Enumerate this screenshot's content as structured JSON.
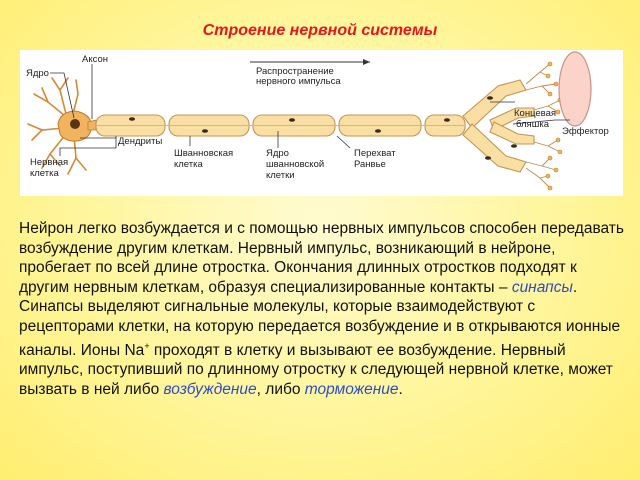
{
  "title": "Строение нервной системы",
  "diagram": {
    "labels": {
      "nucleus": "Ядро",
      "axon": "Аксон",
      "propagation_line1": "Распространение",
      "propagation_line2": "нервного импульса",
      "dendrites": "Дендриты",
      "nerve_cell_line1": "Нервная",
      "nerve_cell_line2": "клетка",
      "schwann_line1": "Шванновская",
      "schwann_line2": "клетка",
      "schwann_nucleus_line1": "Ядро",
      "schwann_nucleus_line2": "шванновской",
      "schwann_nucleus_line3": "клетки",
      "node_line1": "Перехват",
      "node_line2": "Ранвье",
      "terminal_line1": "Концевая",
      "terminal_line2": "бляшка",
      "effector": "Эффектор"
    },
    "colors": {
      "sheath_fill": "#f9dfa4",
      "sheath_stroke": "#c49455",
      "effector_fill": "#fcd3c9",
      "soma_fill": "#f2b35e",
      "nucleus_fill": "#5a3418"
    }
  },
  "paragraph1": {
    "text": "Нейрон легко возбуждается и с помощью нервных импульсов способен передавать возбуждение другим клеткам. Нервный импульс, возникающий в нейроне, пробегает по всей длине отростка. Окончания длинных отростков подходят к другим нервным клеткам, образуя специализированные контакты – ",
    "highlight": "синапсы",
    "end": "."
  },
  "paragraph2": {
    "before_sup": "Синапсы выделяют сигнальные молекулы, которые взаимодействуют с рецепторами клетки, на которую передается возбуждение и в открываются ионные каналы. Ионы Na",
    "sup": "+",
    "after_sup": " проходят в клетку и вызывают ее возбуждение. Нервный импульс, поступивший по длинному отростку к следующей нервной клетке, может вызвать в ней либо ",
    "highlight1": "возбуждение",
    "middle": ", либо ",
    "highlight2": "торможение",
    "end": "."
  }
}
